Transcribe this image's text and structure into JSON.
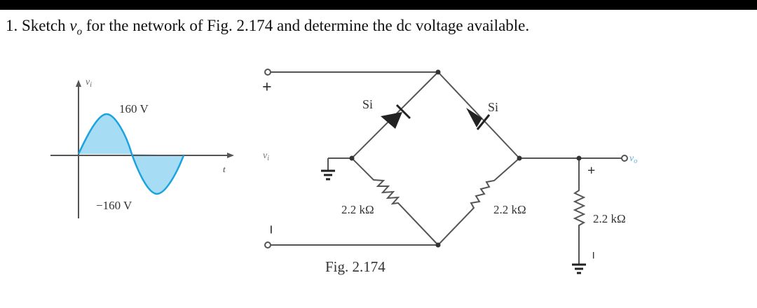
{
  "problem": {
    "number": "1.",
    "text_before": "Sketch",
    "var_main": "v",
    "var_sub": "o",
    "text_after": "for the network of Fig. 2.174 and determine the dc voltage available."
  },
  "waveform": {
    "axis_var": "v",
    "axis_sub": "i",
    "t_label": "t",
    "peak_label": "160 V",
    "trough_label": "−160 V",
    "fill_color": "#a7dcf5",
    "curve_color": "#1aa3de"
  },
  "circuit": {
    "plus_in": "+",
    "minus_in": "−",
    "vi_main": "v",
    "vi_sub": "i",
    "diode_left_label": "Si",
    "diode_right_label": "Si",
    "res_left_label": "2.2 kΩ",
    "res_right_label": "2.2 kΩ",
    "res_load_label": "2.2 kΩ",
    "out_plus": "+",
    "out_minus": "−",
    "vo_main": "v",
    "vo_sub": "o"
  },
  "caption": "Fig. 2.174"
}
